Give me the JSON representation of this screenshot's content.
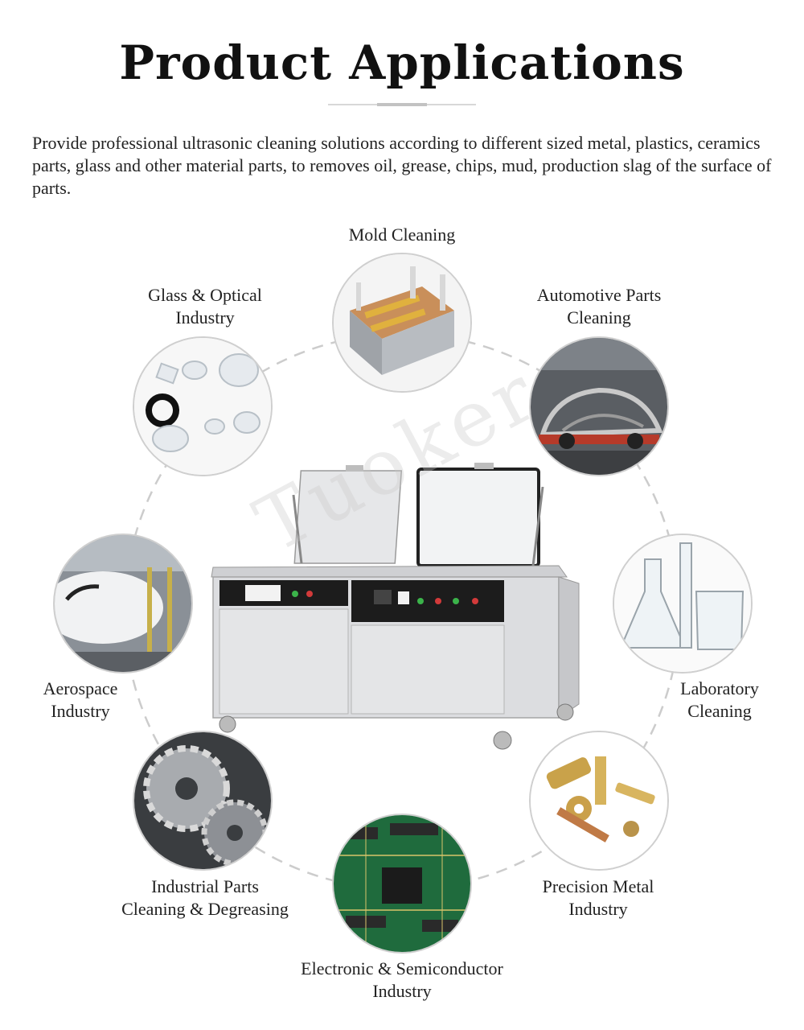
{
  "header": {
    "title": "Product Applications"
  },
  "intro": {
    "text": "Provide professional ultrasonic cleaning solutions according to different sized metal, plastics, ceramics parts, glass and other material parts, to removes oil, grease, chips, mud, production slag of the surface of parts."
  },
  "watermark": "Tuoker",
  "applications": [
    {
      "line1": "Mold Cleaning",
      "line2": ""
    },
    {
      "line1": "Automotive Parts",
      "line2": "Cleaning"
    },
    {
      "line1": "Laboratory",
      "line2": "Cleaning"
    },
    {
      "line1": "Precision Metal",
      "line2": "Industry"
    },
    {
      "line1": "Electronic & Semiconductor",
      "line2": "Industry"
    },
    {
      "line1": "Industrial Parts",
      "line2": "Cleaning & Degreasing"
    },
    {
      "line1": "Aerospace",
      "line2": "Industry"
    },
    {
      "line1": "Glass & Optical",
      "line2": "Industry"
    }
  ],
  "colors": {
    "ring": "#cccccc",
    "steel": "#d9dadc",
    "panel": "#1c1c1c",
    "pcb": "#1f6b3d"
  }
}
